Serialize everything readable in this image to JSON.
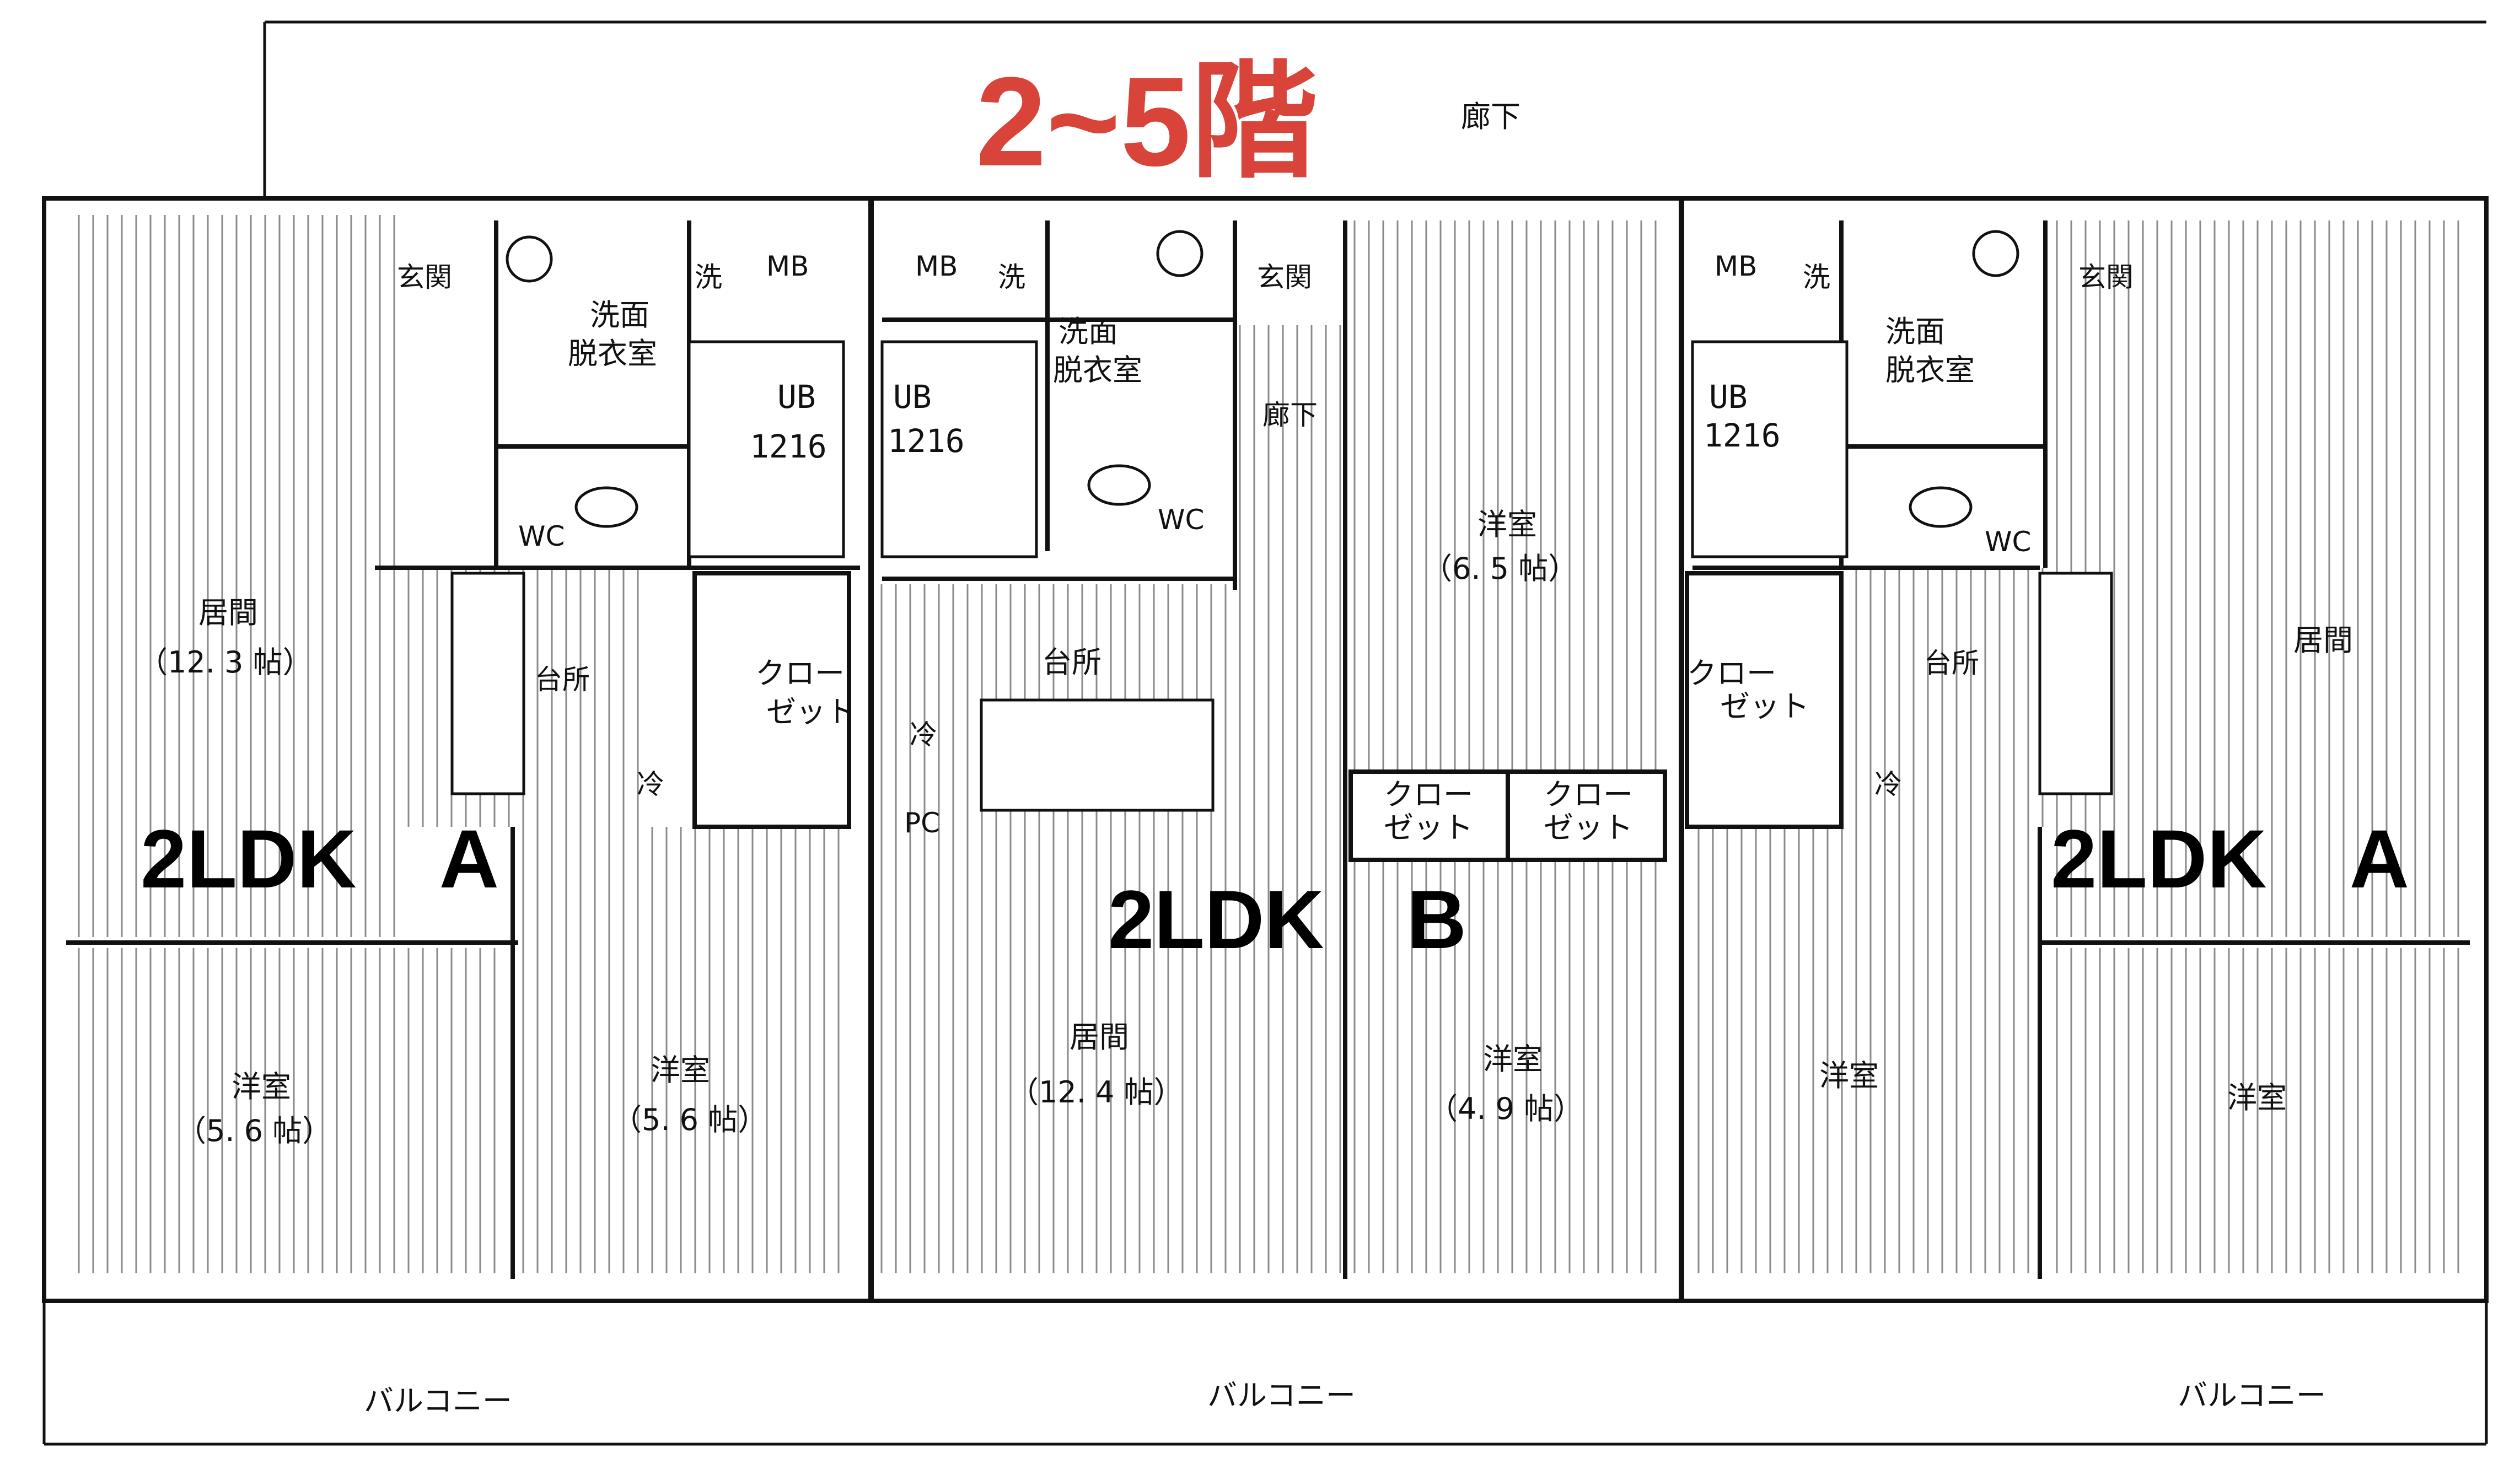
{
  "title": "2~5階",
  "colors": {
    "title": "#d9443a",
    "wall": "#111111",
    "hatch": "#8a8a8a"
  },
  "labels": {
    "corridor_top": "廊下",
    "entrance": "玄関",
    "wash": "洗",
    "mb": "MB",
    "washroom_line1": "洗面",
    "washroom_line2": "脱衣室",
    "ub": "UB",
    "ub_size": "1216",
    "wc": "WC",
    "kitchen": "台所",
    "closet_line1": "クロー",
    "closet_line2": "ゼット",
    "fridge": "冷",
    "pc": "PC",
    "corridor": "廊下",
    "living": "居間",
    "western": "洋室",
    "balcony": "バルコニー"
  },
  "units": {
    "a_left": "2LDK　A",
    "b": "2LDK　B",
    "a_right": "2LDK　A"
  },
  "areas": {
    "living_a_left": "（12. 3 帖）",
    "western_a_left_1": "（5. 6 帖）",
    "western_a_left_2": "（5. 6 帖）",
    "living_b": "（12. 4 帖）",
    "western_b_1": "（6. 5 帖）",
    "western_b_2": "（4. 9 帖）"
  }
}
